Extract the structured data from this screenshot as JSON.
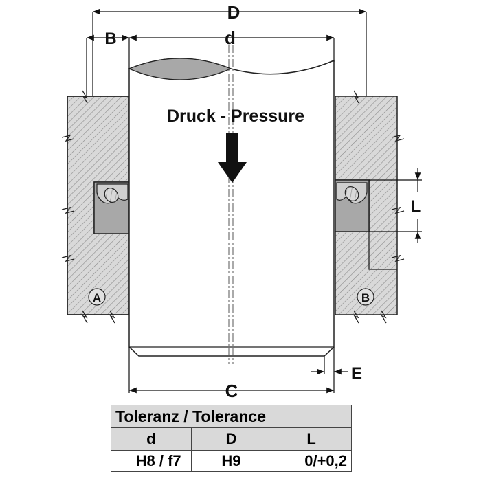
{
  "labels": {
    "D": "D",
    "B_top": "B",
    "d": "d",
    "pressure": "Druck - Pressure",
    "L": "L",
    "A": "A",
    "B_circle": "B",
    "C": "C",
    "E": "E"
  },
  "tolerance_table": {
    "title": "Toleranz / Tolerance",
    "headers": [
      "d",
      "D",
      "L"
    ],
    "values": [
      "H8 / f7",
      "H9",
      "0/+0,2"
    ]
  }
}
